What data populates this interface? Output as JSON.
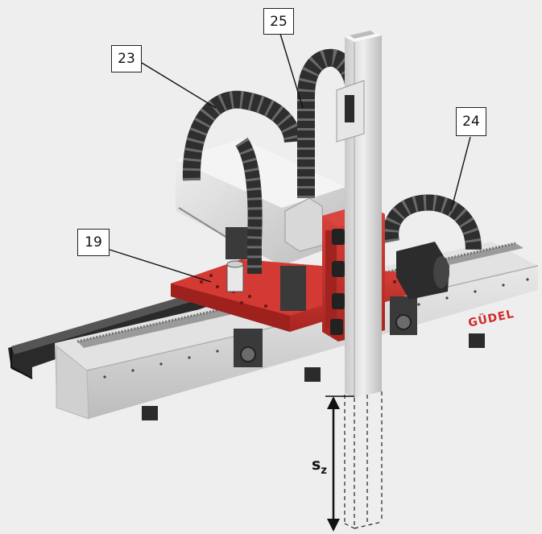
{
  "callouts": {
    "c19": "19",
    "c23": "23",
    "c24": "24",
    "c25": "25"
  },
  "brand": "GÜDEL",
  "axis_label": {
    "symbol": "s",
    "subscript": "z"
  },
  "colors": {
    "background": "#eeeeee",
    "carriage_red": "#c8312c",
    "chain_dark": "#2e2e2e",
    "beam_aluminium": "#d6d6d6",
    "brand_text": "#cf2a2a"
  }
}
